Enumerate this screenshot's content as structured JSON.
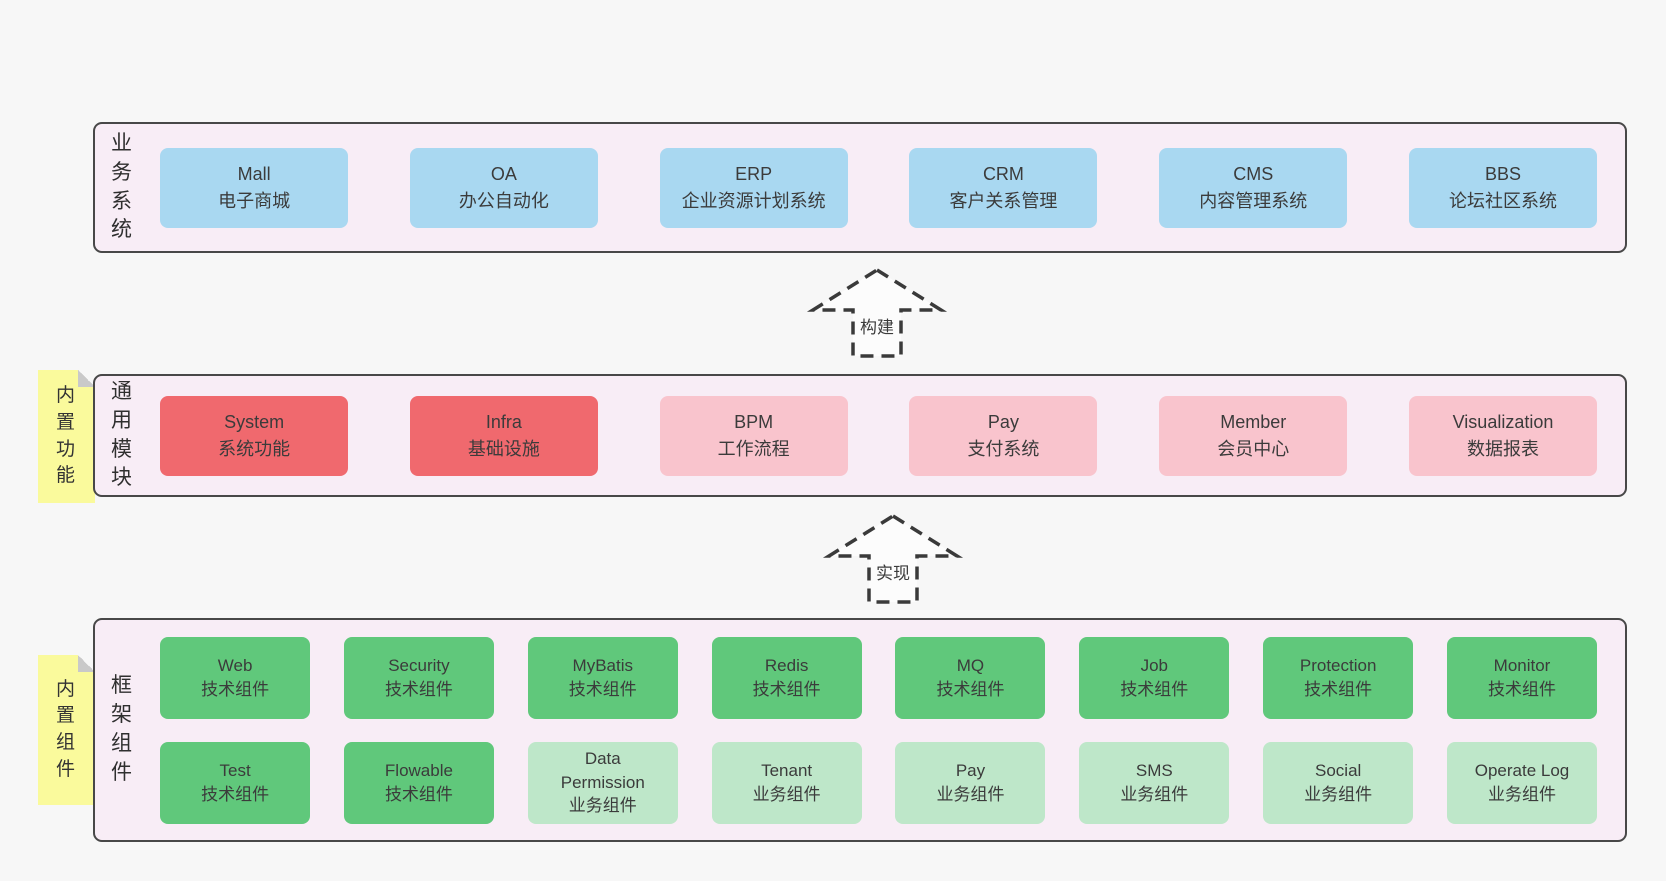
{
  "colors": {
    "page_background": "#f7f7f7",
    "container_fill": "#f8edf6",
    "container_border": "#484848",
    "business_box_blue": "#a9d8f1",
    "core_module_red": "#f0696e",
    "module_pink": "#f9c4cd",
    "tech_component_green": "#60c87b",
    "biz_component_light_green": "#bee7c9",
    "sticky_tab_yellow": "#fafa9c",
    "sticky_fold_gray": "#c9c9c9",
    "text": "#3b3b3b"
  },
  "arrows": [
    {
      "label": "构建"
    },
    {
      "label": "实现"
    }
  ],
  "layers": [
    {
      "label": "业务系统",
      "boxes": [
        {
          "title": "Mall",
          "subtitle": "电子商城"
        },
        {
          "title": "OA",
          "subtitle": "办公自动化"
        },
        {
          "title": "ERP",
          "subtitle": "企业资源计划系统"
        },
        {
          "title": "CRM",
          "subtitle": "客户关系管理"
        },
        {
          "title": "CMS",
          "subtitle": "内容管理系统"
        },
        {
          "title": "BBS",
          "subtitle": "论坛社区系统"
        }
      ]
    },
    {
      "label": "通用模块",
      "tab": "内置功能",
      "boxes": [
        {
          "title": "System",
          "subtitle": "系统功能"
        },
        {
          "title": "Infra",
          "subtitle": "基础设施"
        },
        {
          "title": "BPM",
          "subtitle": "工作流程"
        },
        {
          "title": "Pay",
          "subtitle": "支付系统"
        },
        {
          "title": "Member",
          "subtitle": "会员中心"
        },
        {
          "title": "Visualization",
          "subtitle": "数据报表"
        }
      ]
    },
    {
      "label": "框架组件",
      "tab": "内置组件",
      "rows": [
        [
          {
            "title": "Web",
            "subtitle": "技术组件"
          },
          {
            "title": "Security",
            "subtitle": "技术组件"
          },
          {
            "title": "MyBatis",
            "subtitle": "技术组件"
          },
          {
            "title": "Redis",
            "subtitle": "技术组件"
          },
          {
            "title": "MQ",
            "subtitle": "技术组件"
          },
          {
            "title": "Job",
            "subtitle": "技术组件"
          },
          {
            "title": "Protection",
            "subtitle": "技术组件"
          },
          {
            "title": "Monitor",
            "subtitle": "技术组件"
          }
        ],
        [
          {
            "title": "Test",
            "subtitle": "技术组件"
          },
          {
            "title": "Flowable",
            "subtitle": "技术组件"
          },
          {
            "title": "Data Permission",
            "subtitle": "业务组件"
          },
          {
            "title": "Tenant",
            "subtitle": "业务组件"
          },
          {
            "title": "Pay",
            "subtitle": "业务组件"
          },
          {
            "title": "SMS",
            "subtitle": "业务组件"
          },
          {
            "title": "Social",
            "subtitle": "业务组件"
          },
          {
            "title": "Operate Log",
            "subtitle": "业务组件"
          }
        ]
      ]
    }
  ]
}
